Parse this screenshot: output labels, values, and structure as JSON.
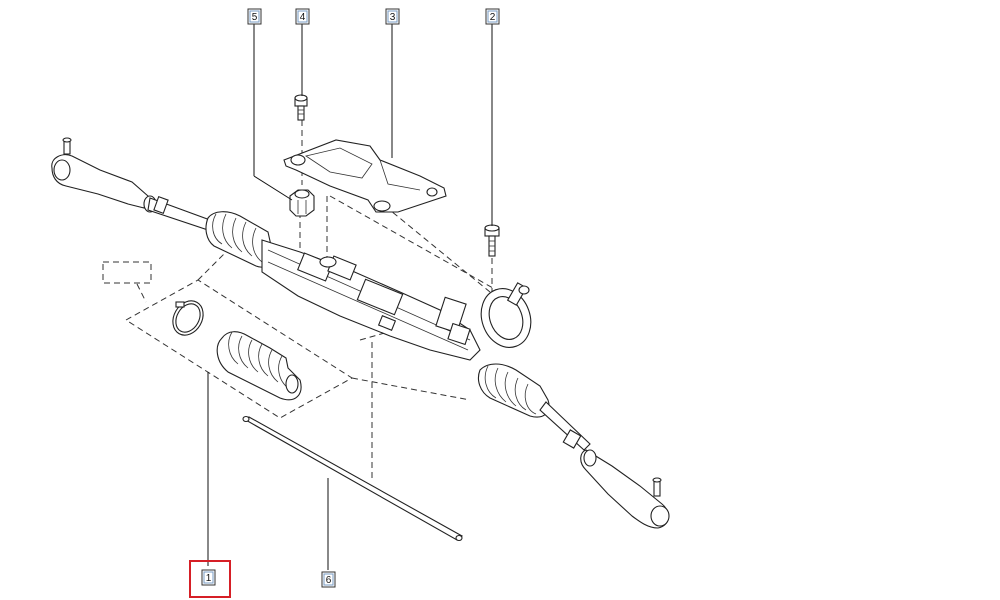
{
  "callouts": [
    {
      "id": "1",
      "label": "1",
      "highlighted": true
    },
    {
      "id": "2",
      "label": "2",
      "highlighted": false
    },
    {
      "id": "3",
      "label": "3",
      "highlighted": false
    },
    {
      "id": "4",
      "label": "4",
      "highlighted": false
    },
    {
      "id": "5",
      "label": "5",
      "highlighted": false
    },
    {
      "id": "6",
      "label": "6",
      "highlighted": false
    }
  ],
  "colors": {
    "highlight": "#d61f26",
    "callout_border_inner": "#7a9cc6",
    "line": "#222222"
  }
}
